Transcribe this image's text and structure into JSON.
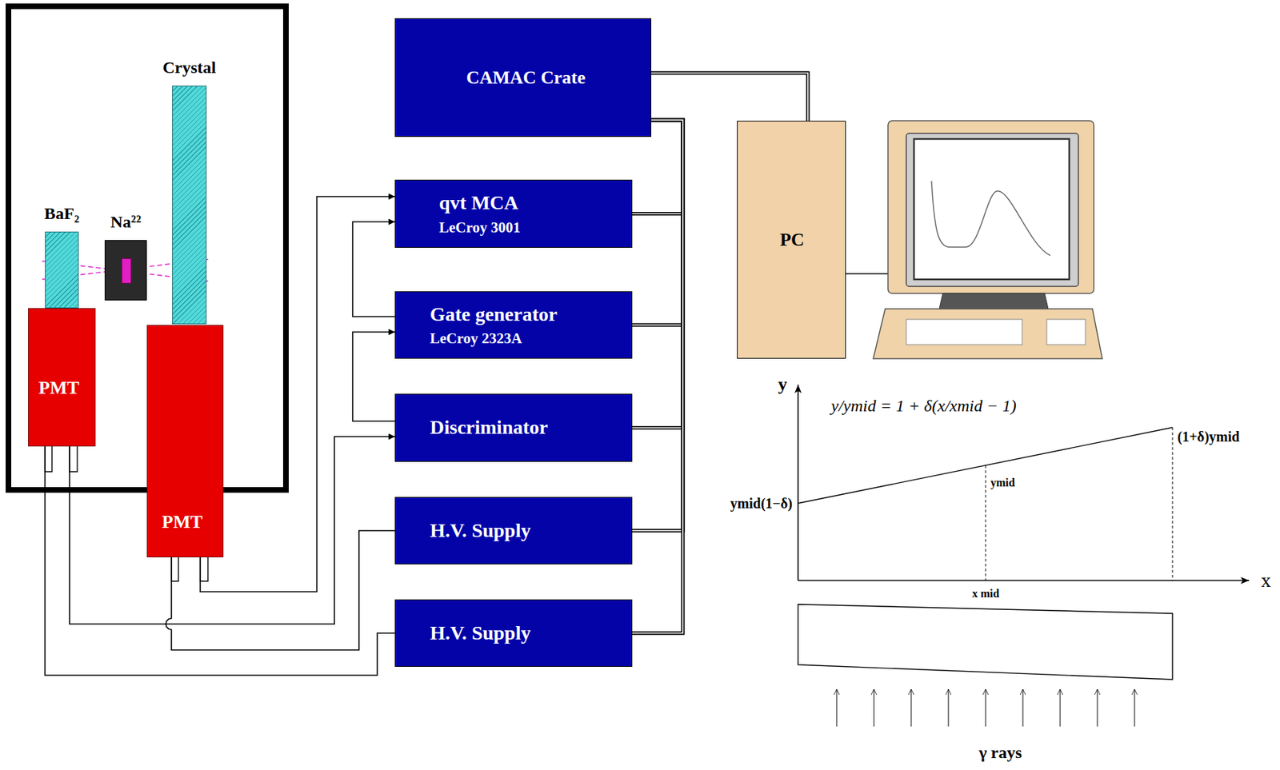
{
  "diagram": {
    "nodes": [
      {
        "text": [
          "BaF₂"
        ]
      },
      {
        "text": [
          "Na²²"
        ]
      },
      {
        "text": [
          "Crystal"
        ]
      },
      {
        "text": [
          "PMT"
        ]
      },
      {
        "text": [
          "PMT"
        ]
      },
      {
        "text": [
          "CAMAC Crate"
        ]
      },
      {
        "text": [
          "qvt MCA",
          "LeCroy 3001"
        ]
      },
      {
        "text": [
          "Gate generator",
          "LeCroy 2323A"
        ]
      },
      {
        "text": [
          "Discriminator"
        ]
      },
      {
        "text": [
          "H.V. Supply"
        ]
      },
      {
        "text": [
          "H.V. Supply"
        ]
      },
      {
        "text": [
          "PC"
        ]
      }
    ],
    "edges": [
      {
        "from": 5,
        "to": 11,
        "arrow": "none"
      },
      {
        "from": 5,
        "to": 6,
        "arrow": "none"
      },
      {
        "from": 5,
        "to": 7,
        "arrow": "none"
      },
      {
        "from": 5,
        "to": 8,
        "arrow": "none"
      },
      {
        "from": 5,
        "to": 9,
        "arrow": "none"
      },
      {
        "from": 5,
        "to": 10,
        "arrow": "none"
      },
      {
        "from": 4,
        "to": 6,
        "arrow": "to"
      },
      {
        "from": 8,
        "to": 7,
        "arrow": "to"
      },
      {
        "from": 7,
        "to": 6,
        "arrow": "to"
      },
      {
        "from": 3,
        "to": 8,
        "arrow": "to"
      },
      {
        "from": 4,
        "to": 9,
        "arrow": "none"
      },
      {
        "from": 3,
        "to": 10,
        "arrow": "none"
      }
    ],
    "labels": [
      "y",
      "y/ymid = 1 + δ(x/xmid − 1)",
      "(1+δ)ymid",
      "ymid(1−δ)",
      "ymid",
      "x",
      "x mid",
      "γ rays"
    ]
  }
}
